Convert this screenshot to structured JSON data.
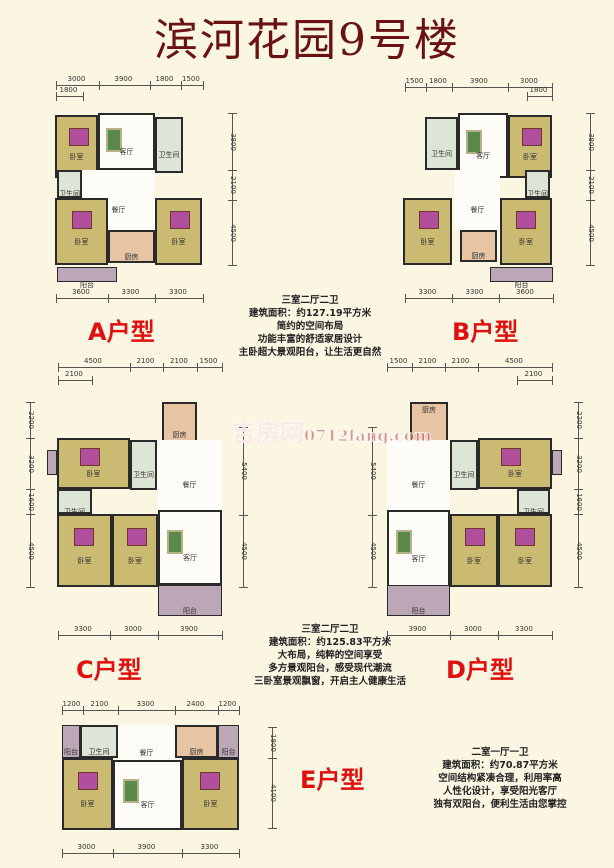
{
  "title": "滨河花园9号楼",
  "watermark": {
    "brand": "吉房网",
    "url": "0712fang.com"
  },
  "plans": {
    "A": {
      "label": "A户型",
      "rooms": [
        "卧室",
        "客厅",
        "卫生间",
        "卫生间",
        "餐厅",
        "卧室",
        "厨房",
        "卧室",
        "阳台"
      ],
      "dims_top": [
        "3000",
        "3900",
        "1800",
        "1500"
      ],
      "dims_top2": [
        "1800"
      ],
      "dims_bottom": [
        "3600",
        "3300",
        "3300"
      ],
      "dims_side": [
        "3800",
        "2100",
        "4500"
      ]
    },
    "B": {
      "label": "B户型",
      "rooms": [
        "卫生间",
        "客厅",
        "卧室",
        "卫生间",
        "餐厅",
        "卧室",
        "厨房",
        "卧室",
        "阳台"
      ],
      "dims_top": [
        "1500",
        "1800",
        "3900",
        "3000"
      ],
      "dims_top2": [
        "1800"
      ],
      "dims_bottom": [
        "3300",
        "3300",
        "3600"
      ],
      "dims_side": [
        "3800",
        "2100",
        "4500"
      ]
    },
    "C": {
      "label": "C户型",
      "rooms": [
        "厨房",
        "卧室",
        "卫生间",
        "餐厅",
        "卫生间",
        "卧室",
        "卧室",
        "客厅",
        "阳台"
      ],
      "dims_top": [
        "4500",
        "2100",
        "2100",
        "1500"
      ],
      "dims_top2": [
        "2100"
      ],
      "dims_bottom": [
        "3300",
        "3000",
        "3900"
      ],
      "dims_side": [
        "2200",
        "3200",
        "1600",
        "4500"
      ],
      "dims_side2": [
        "5400",
        "4500"
      ]
    },
    "D": {
      "label": "D户型",
      "rooms": [
        "厨房",
        "餐厅",
        "卫生间",
        "卧室",
        "卫生间",
        "客厅",
        "卧室",
        "卧室",
        "阳台"
      ],
      "dims_top": [
        "1500",
        "2100",
        "2100",
        "4500"
      ],
      "dims_top2": [
        "2100"
      ],
      "dims_bottom": [
        "3900",
        "3000",
        "3300"
      ],
      "dims_side": [
        "2200",
        "3200",
        "1600",
        "4500"
      ],
      "dims_side2": [
        "5400",
        "4500"
      ]
    },
    "E": {
      "label": "E户型",
      "rooms": [
        "阳台",
        "卫生间",
        "餐厅",
        "厨房",
        "阳台",
        "卧室",
        "客厅",
        "卧室"
      ],
      "dims_top": [
        "1200",
        "2100",
        "3300",
        "2400",
        "1200"
      ],
      "dims_bottom": [
        "3000",
        "3900",
        "3300"
      ],
      "dims_side": [
        "1800",
        "4100"
      ]
    }
  },
  "descriptions": {
    "AB": [
      "三室二厅二卫",
      "建筑面积：约127.19平方米",
      "简约的空间布局",
      "功能丰富的舒适家居设计",
      "主卧超大景观阳台，让生活更自然"
    ],
    "CD": [
      "三室二厅二卫",
      "建筑面积：约125.83平方米",
      "大布局，纯粹的空间享受",
      "多方景观阳台，感受现代潮流",
      "三卧室景观飘窗，开启主人健康生活"
    ],
    "E": [
      "二室一厅一卫",
      "建筑面积：约70.87平方米",
      "空间结构紧凑合理，利用率高",
      "人性化设计，享受阳光客厅",
      "独有双阳台，便利生活由您掌控"
    ]
  },
  "colors": {
    "title": "#6a1212",
    "type_label": "#e01010",
    "background": "#fbf6e2"
  }
}
